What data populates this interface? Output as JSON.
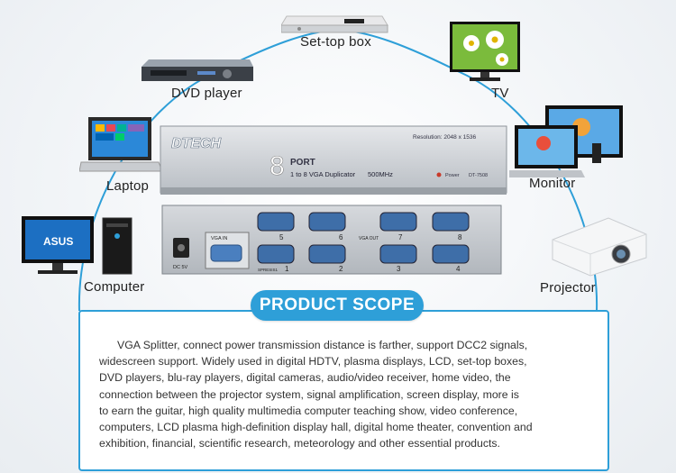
{
  "devices": {
    "set_top_box": "Set-top box",
    "dvd_player": "DVD player",
    "tv": "TV",
    "laptop": "Laptop",
    "monitor": "Monitor",
    "computer": "Computer",
    "projector": "Projector"
  },
  "splitter": {
    "brand": "DTECH",
    "port_number": "8",
    "port_word": "PORT",
    "model_desc": "1 to 8 VGA Duplicator",
    "bandwidth": "500MHz",
    "resolution": "Resolution: 2048 x 1536",
    "power_label": "Power",
    "model": "DT-7508",
    "vga_in": "VGA IN",
    "vga_out": "VGA OUT",
    "dc_label": "DC 5V",
    "port_labels_top": [
      "5",
      "6",
      "7",
      "8"
    ],
    "port_labels_bottom": [
      "1",
      "2",
      "3",
      "4"
    ],
    "bottom_small": "SPRESIS1"
  },
  "scope": {
    "title": "PRODUCT SCOPE",
    "lines": [
      "VGA Splitter, connect power transmission distance is farther, support DCC2 signals,",
      "widescreen support. Widely used in digital HDTV, plasma displays, LCD, set-top boxes,",
      "DVD players, blu-ray players, digital cameras, audio/video receiver, home video, the",
      "connection between the projector system, signal amplification, screen display, more is",
      "to earn the guitar, high quality multimedia computer teaching show, video conference,",
      "computers, LCD plasma high-definition display hall, digital home theater, convention and",
      "exhibition, financial, scientific research, meteorology and other essential products."
    ]
  },
  "colors": {
    "accent": "#2e9fd8",
    "arc": "#2e9fd8"
  }
}
